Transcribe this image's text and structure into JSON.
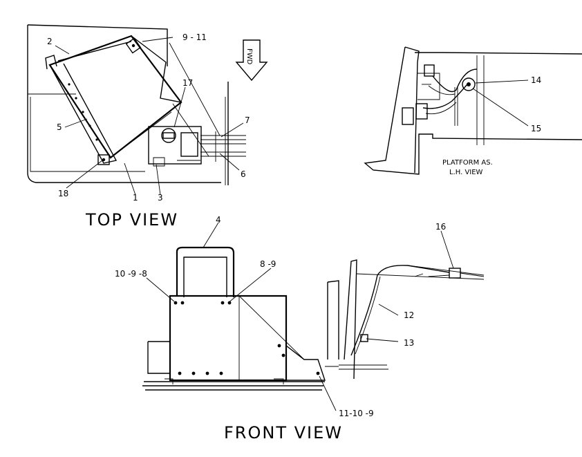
{
  "views": {
    "top_view_title": "TOP VIEW",
    "front_view_title": "FRONT VIEW",
    "platform_title_line1": "PLATFORM AS.",
    "platform_title_line2": "L.H. VIEW",
    "fwd_label": "FWD"
  },
  "callouts": {
    "c2": "2",
    "c9_11": "9 - 11",
    "c17": "17",
    "c5": "5",
    "c7": "7",
    "c6": "6",
    "c18": "18",
    "c1": "1",
    "c3": "3",
    "c14": "14",
    "c15": "15",
    "c4": "4",
    "c16": "16",
    "c10_9_8": "10 -9 -8",
    "c8_9": "8 -9",
    "c12": "12",
    "c13": "13",
    "c11_10_9": "11-10 -9"
  }
}
